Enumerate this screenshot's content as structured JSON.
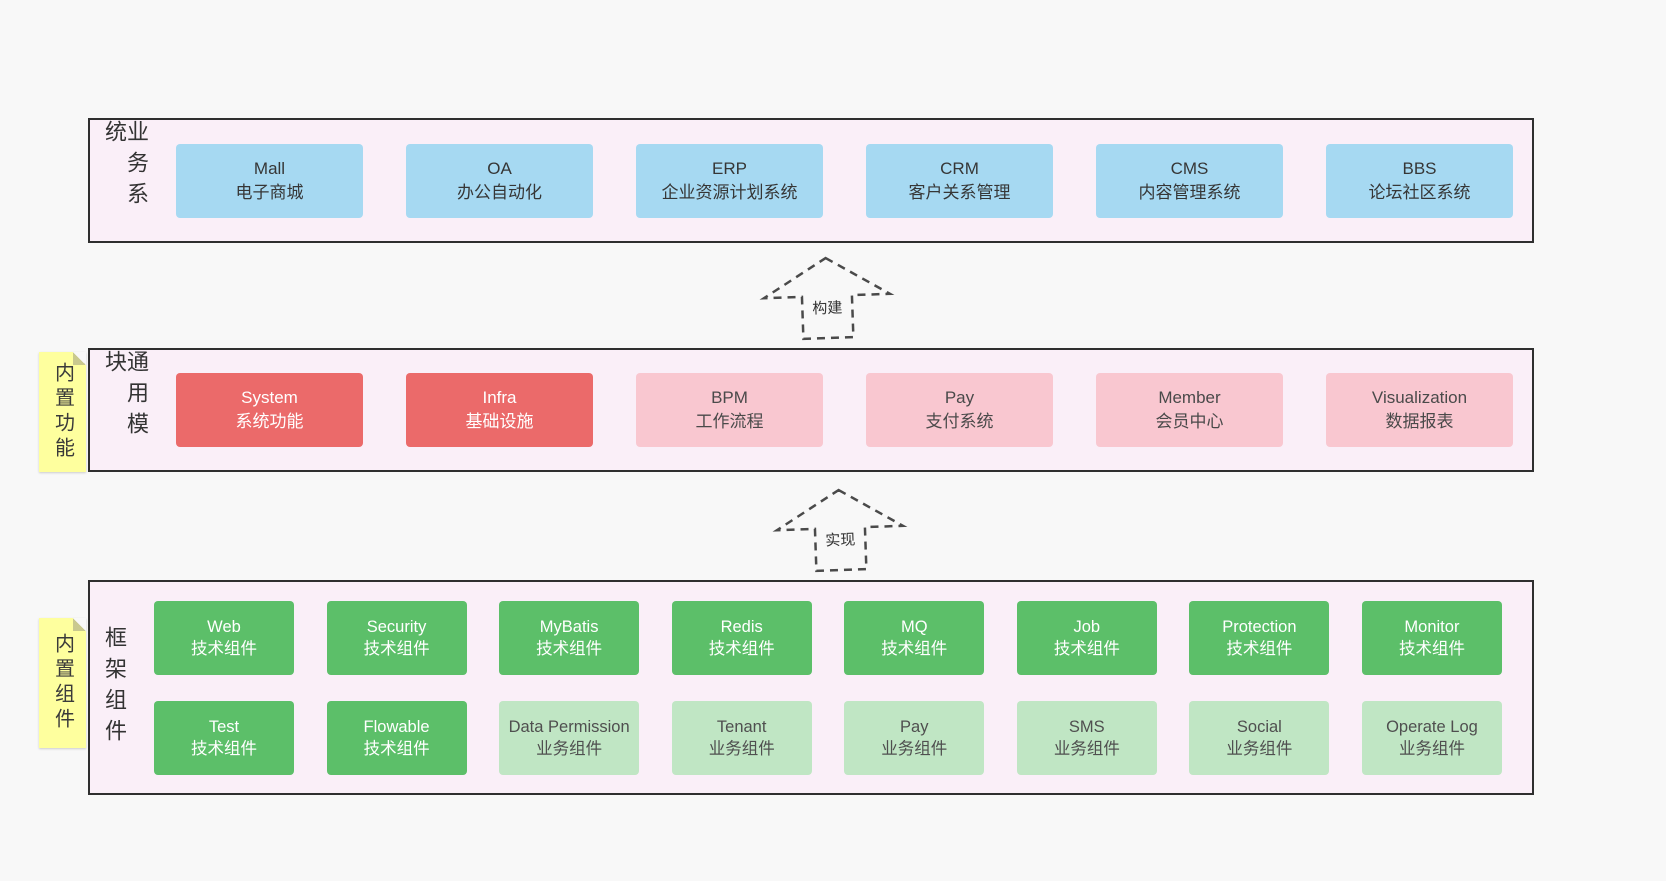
{
  "colors": {
    "page_bg": "#f8f8f8",
    "band_bg": "#faeff8",
    "band_border": "#2f2f2f",
    "blue": "#a6d9f2",
    "red": "#eb6a6a",
    "pink": "#f9c7d0",
    "green_dark": "#5cbf69",
    "green_light": "#c0e6c4",
    "note_yellow": "#feff9e"
  },
  "arrows": [
    {
      "label": "构建"
    },
    {
      "label": "实现"
    }
  ],
  "bands": [
    {
      "label": "业务系统",
      "boxes": [
        {
          "title": "Mall",
          "subtitle": "电子商城"
        },
        {
          "title": "OA",
          "subtitle": "办公自动化"
        },
        {
          "title": "ERP",
          "subtitle": "企业资源计划系统"
        },
        {
          "title": "CRM",
          "subtitle": "客户关系管理"
        },
        {
          "title": "CMS",
          "subtitle": "内容管理系统"
        },
        {
          "title": "BBS",
          "subtitle": "论坛社区系统"
        }
      ]
    },
    {
      "label": "通用模块",
      "note": "内置功能",
      "boxes": [
        {
          "title": "System",
          "subtitle": "系统功能"
        },
        {
          "title": "Infra",
          "subtitle": "基础设施"
        },
        {
          "title": "BPM",
          "subtitle": "工作流程"
        },
        {
          "title": "Pay",
          "subtitle": "支付系统"
        },
        {
          "title": "Member",
          "subtitle": "会员中心"
        },
        {
          "title": "Visualization",
          "subtitle": "数据报表"
        }
      ]
    },
    {
      "label": "框架组件",
      "note": "内置组件",
      "rows": [
        [
          {
            "title": "Web",
            "subtitle": "技术组件"
          },
          {
            "title": "Security",
            "subtitle": "技术组件"
          },
          {
            "title": "MyBatis",
            "subtitle": "技术组件"
          },
          {
            "title": "Redis",
            "subtitle": "技术组件"
          },
          {
            "title": "MQ",
            "subtitle": "技术组件"
          },
          {
            "title": "Job",
            "subtitle": "技术组件"
          },
          {
            "title": "Protection",
            "subtitle": "技术组件"
          },
          {
            "title": "Monitor",
            "subtitle": "技术组件"
          }
        ],
        [
          {
            "title": "Test",
            "subtitle": "技术组件"
          },
          {
            "title": "Flowable",
            "subtitle": "技术组件"
          },
          {
            "title": "Data Permission",
            "subtitle": "业务组件"
          },
          {
            "title": "Tenant",
            "subtitle": "业务组件"
          },
          {
            "title": "Pay",
            "subtitle": "业务组件"
          },
          {
            "title": "SMS",
            "subtitle": "业务组件"
          },
          {
            "title": "Social",
            "subtitle": "业务组件"
          },
          {
            "title": "Operate Log",
            "subtitle": "业务组件"
          }
        ]
      ]
    }
  ]
}
